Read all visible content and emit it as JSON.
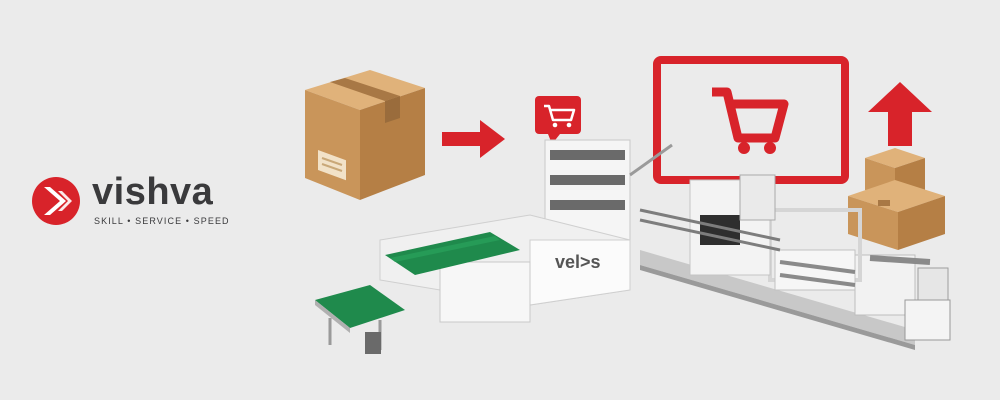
{
  "brand": {
    "name": "vishva",
    "tagline": "SKILL • SERVICE • SPEED",
    "color": "#d8232a",
    "text_color": "#3a3a3c"
  },
  "machine": {
    "label": "vel>s"
  },
  "icons": [
    "box-icon",
    "arrow-right-icon",
    "cart-bubble-icon",
    "monitor-cart-icon",
    "arrow-up-icon",
    "stacked-boxes-icon"
  ],
  "colors": {
    "background": "#ebebeb",
    "accent_red": "#d8232a",
    "cardboard": "#c9955a",
    "machine_white": "#f4f4f4",
    "conveyor_green": "#1f8a4c"
  }
}
